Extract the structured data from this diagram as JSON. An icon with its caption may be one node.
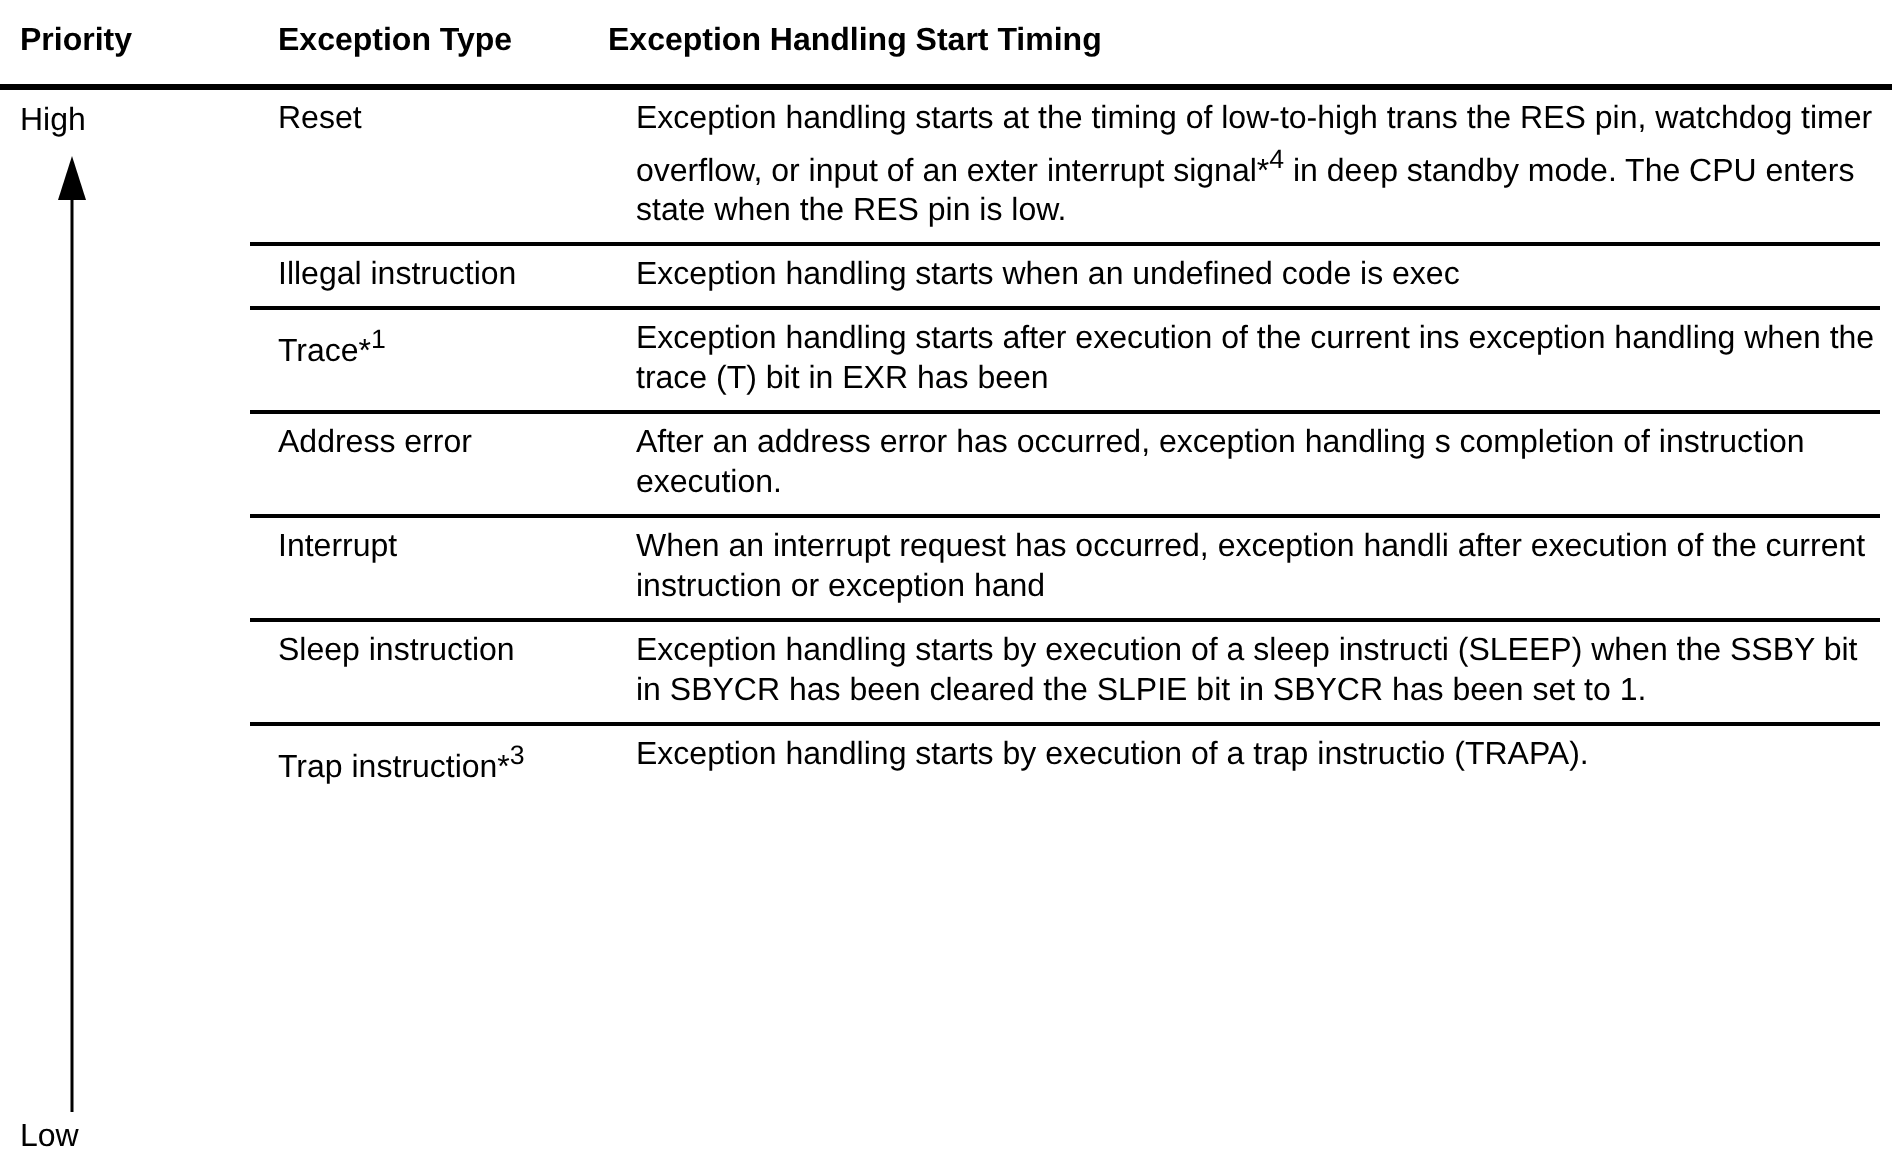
{
  "diagram": {
    "labels": [
      "Priority",
      "Exception Type",
      "Exception Handling Start Timing",
      "High",
      "Reset",
      "Exception handling starts at the timing of low-to-high trans the RES pin, watchdog timer overflow, or input of an exter interrupt signal*$^{4}$ in deep standby mode. The CPU enters state when the RES pin is low.",
      "Illegal instruction",
      "Exception handling starts when an undefined code is exec",
      "Trace*$^{1}$",
      "Exception handling starts after execution of the current ins exception handling when the trace (T) bit in EXR has been",
      "Address error",
      "After an address error has occurred, exception handling s completion of instruction execution.",
      "Interrupt",
      "When an interrupt request has occurred, exception handli after execution of the current instruction or exception hand",
      "Sleep instruction",
      "Exception handling starts by execution of a sleep instructi (SLEEP) when the SSBY bit in SBYCR has been cleared the SLPIE bit in SBYCR has been set to 1.",
      "Trap instruction*$^{3}$",
      "Exception handling starts by execution of a trap instructio (TRAPA).",
      "Low"
    ]
  }
}
